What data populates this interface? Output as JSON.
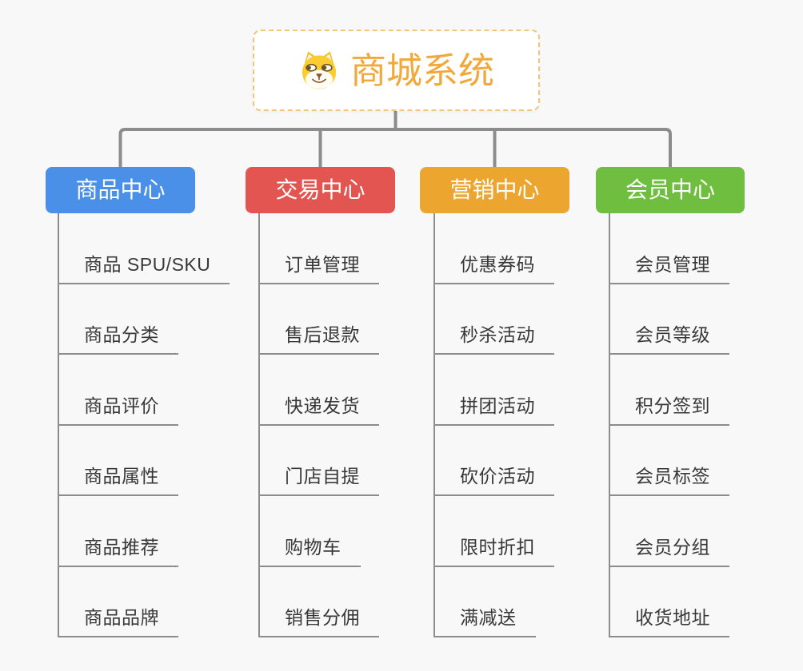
{
  "root": {
    "title": "商城系统",
    "icon": "shiba-dog-icon"
  },
  "branches": [
    {
      "label": "商品中心",
      "color": "#4B90E8",
      "children": [
        "商品 SPU/SKU",
        "商品分类",
        "商品评价",
        "商品属性",
        "商品推荐",
        "商品品牌"
      ]
    },
    {
      "label": "交易中心",
      "color": "#E25551",
      "children": [
        "订单管理",
        "售后退款",
        "快递发货",
        "门店自提",
        "购物车",
        "销售分佣"
      ]
    },
    {
      "label": "营销中心",
      "color": "#ECA62F",
      "children": [
        "优惠券码",
        "秒杀活动",
        "拼团活动",
        "砍价活动",
        "限时折扣",
        "满减送"
      ]
    },
    {
      "label": "会员中心",
      "color": "#6FBE3F",
      "children": [
        "会员管理",
        "会员等级",
        "积分签到",
        "会员标签",
        "会员分组",
        "收货地址"
      ]
    }
  ],
  "colors": {
    "background": "#F8F8F8",
    "connector": "#8C8C8C",
    "underline": "#8C8C8C",
    "root_text": "#F2A93C",
    "root_border": "#F4C47B",
    "leaf_text": "#383838"
  }
}
